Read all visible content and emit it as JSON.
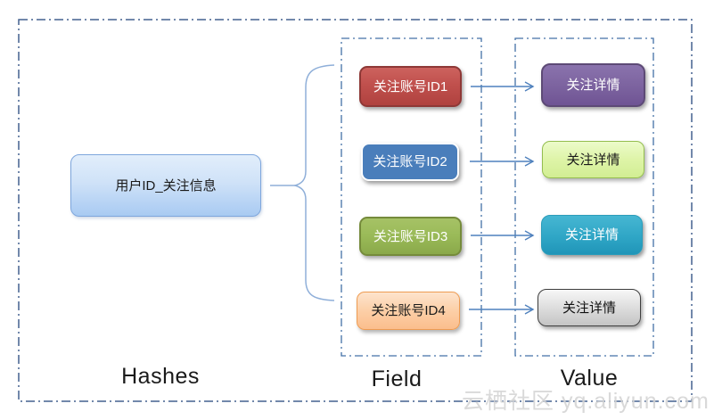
{
  "diagram": {
    "title_implicit": "Redis hash structure",
    "key_box": {
      "label": "用户ID_关注信息"
    },
    "rows": [
      {
        "field": "关注账号ID1",
        "value": "关注详情"
      },
      {
        "field": "关注账号ID2",
        "value": "关注详情"
      },
      {
        "field": "关注账号ID3",
        "value": "关注详情"
      },
      {
        "field": "关注账号ID4",
        "value": "关注详情"
      }
    ],
    "group_labels": {
      "hashes": "Hashes",
      "field": "Field",
      "value": "Value"
    },
    "palette": {
      "boundary_blue": "#44618F",
      "column_boundary_blue": "#4370A6",
      "key_box_blue": "#A8CAF2",
      "field_red": "#C0504D",
      "field_blue": "#4A7EBB",
      "field_green": "#9BBB59",
      "field_orange": "#FBBE8D",
      "value_purple": "#7D64A0",
      "value_light_green": "#D9F0A0",
      "value_teal": "#2FA6C6",
      "value_gray": "#D9D9D9",
      "arrow_blue": "#4F81BD",
      "brace_blue": "#8FAFD9"
    }
  },
  "watermark": "云栖社区 yq.aliyun.com"
}
